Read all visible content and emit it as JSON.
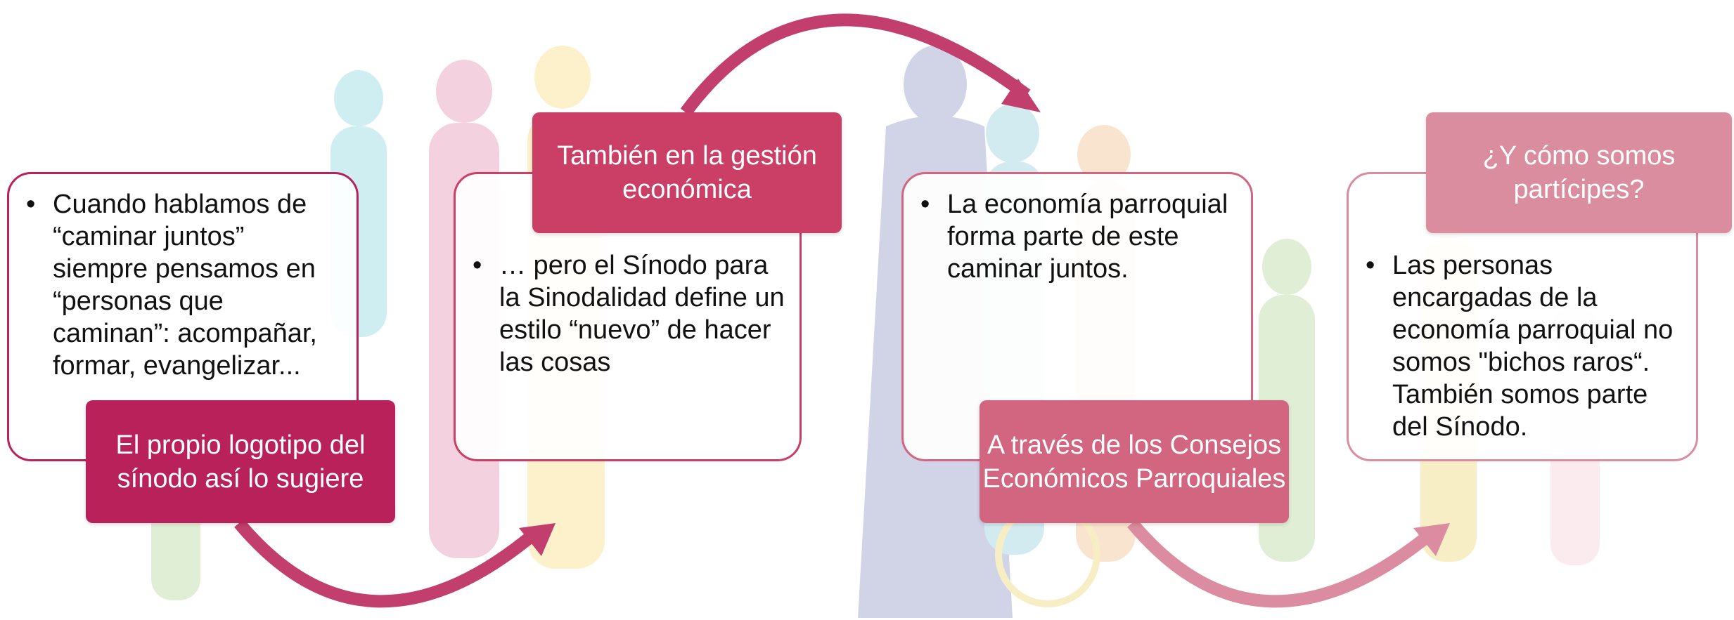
{
  "colors": {
    "c1": "#B8215A",
    "c2": "#CB3F67",
    "c3": "#D26680",
    "c4": "#DA8D9F",
    "arrow_dark": "#C23E6D",
    "arrow_light": "#DB8CA0"
  },
  "steps": [
    {
      "body": "Cuando hablamos de “caminar juntos” siempre pensamos en “personas que caminan”: acompañar, formar, evangelizar...",
      "title": "El propio logotipo del sínodo así lo sugiere"
    },
    {
      "body": "… pero el Sínodo para la Sinodalidad define un estilo “nuevo” de hacer las cosas",
      "title": "También en la gestión económica"
    },
    {
      "body": " La economía parroquial forma parte de este caminar juntos.",
      "title": "A través de los Consejos Económicos Parroquiales"
    },
    {
      "body": "Las personas encargadas de la economía parroquial no somos \"bichos raros“. También somos parte del Sínodo.",
      "title": "¿Y cómo somos partícipes?"
    }
  ]
}
